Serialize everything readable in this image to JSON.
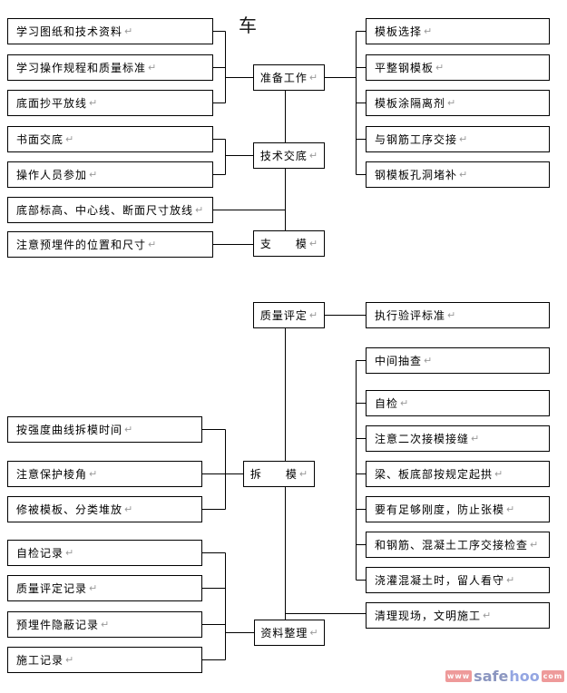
{
  "title": "车",
  "return_mark": "↵",
  "stages": {
    "prepare": "准备工作",
    "tech_briefing": "技术交底",
    "erect_formwork": "支　　模",
    "quality_assessment": "质量评定",
    "strike_formwork": "拆　　模",
    "documentation": "资料整理"
  },
  "prepare_inputs": [
    "学习图纸和技术资料",
    "学习操作规程和质量标准",
    "底面抄平放线"
  ],
  "tech_briefing_inputs": [
    "书面交底",
    "操作人员参加"
  ],
  "erect_inputs": [
    "底部标高、中心线、断面尺寸放线",
    "注意预埋件的位置和尺寸"
  ],
  "prepare_steps": [
    "模板选择",
    "平整钢模板",
    "模板涂隔离剂",
    "与钢筋工序交接",
    "钢模板孔洞堵补"
  ],
  "quality_standard": "执行验评标准",
  "erect_checks": [
    "中间抽查",
    "自检",
    "注意二次接模接缝",
    "梁、板底部按规定起拱",
    "要有足够刚度，防止张模",
    "和钢筋、混凝土工序交接检查",
    "浇灌混凝土时，留人看守"
  ],
  "strike_inputs": [
    "按强度曲线拆模时间",
    "注意保护棱角",
    "修被模板、分类堆放"
  ],
  "documentation_records": [
    "自检记录",
    "质量评定记录",
    "预埋件隐蔽记录",
    "施工记录"
  ],
  "site_cleanup": "清理现场，文明施工",
  "watermark": {
    "www": "www",
    "safe": "safe",
    "hoo": "hoo",
    "com": "com"
  },
  "colors": {
    "line": "#000000",
    "watermark_red": "#ee9a9a",
    "watermark_blue_gray": "#8b96c0",
    "watermark_blue": "#94a6e2"
  }
}
